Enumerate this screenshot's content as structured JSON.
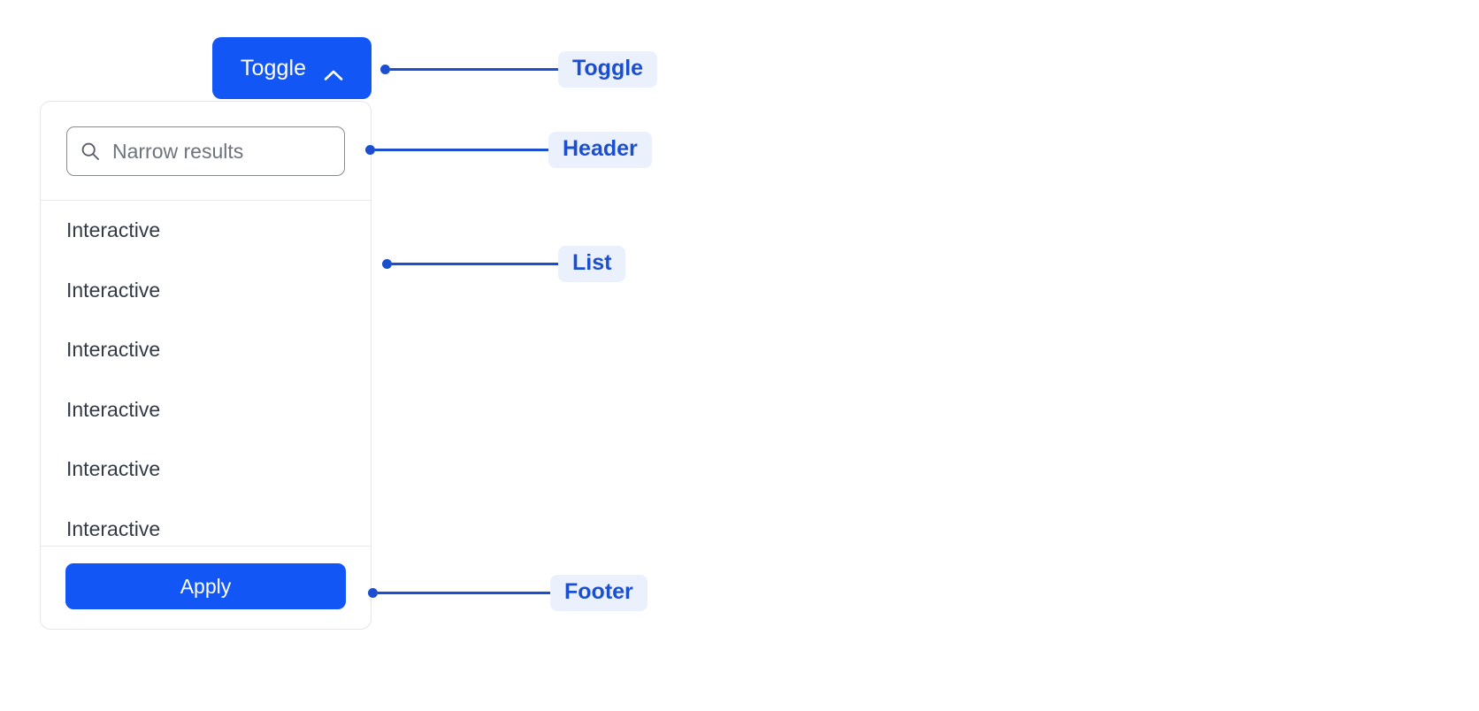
{
  "toggle": {
    "label": "Toggle",
    "icon": "chevron-up-icon",
    "expanded": true,
    "background_color": "#1257f6",
    "text_color": "#ffffff"
  },
  "panel": {
    "header": {
      "search": {
        "icon": "search-icon",
        "placeholder": "Narrow results",
        "value": ""
      }
    },
    "list": {
      "items": [
        {
          "label": "Interactive"
        },
        {
          "label": "Interactive"
        },
        {
          "label": "Interactive"
        },
        {
          "label": "Interactive"
        },
        {
          "label": "Interactive"
        },
        {
          "label": "Interactive"
        }
      ]
    },
    "footer": {
      "apply_label": "Apply",
      "apply_background_color": "#1257f6",
      "apply_text_color": "#ffffff"
    },
    "border_color": "#e3e5e8",
    "background_color": "#ffffff"
  },
  "annotations": {
    "accent_color": "#1b4fcf",
    "chip_background_color": "#eaf1fd",
    "items": [
      {
        "label": "Toggle"
      },
      {
        "label": "Header"
      },
      {
        "label": "List"
      },
      {
        "label": "Footer"
      }
    ]
  }
}
